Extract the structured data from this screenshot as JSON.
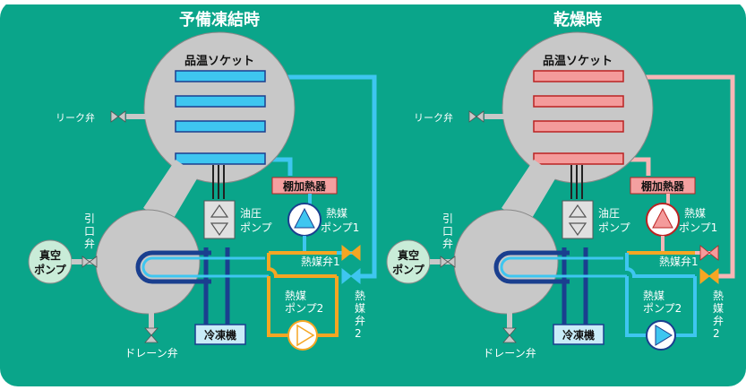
{
  "panels": [
    {
      "title": "予備凍結時",
      "chamber_label": "品温ソケット",
      "leak_valve": "リーク弁",
      "heater_label": "棚加熱器",
      "oil_pump": [
        "油圧",
        "ポンプ"
      ],
      "heat_pump1": [
        "熱媒",
        "ポンプ1"
      ],
      "valve1": "熱媒弁1",
      "heat_pump2": [
        "熱媒",
        "ポンプ2"
      ],
      "valve2": [
        "熱",
        "媒",
        "弁",
        "2"
      ],
      "vacuum_pump": [
        "真空",
        "ポンプ"
      ],
      "draw_valve": [
        "引",
        "口",
        "弁"
      ],
      "refrigerator": "冷凍機",
      "drain_valve": "ドレーン弁"
    },
    {
      "title": "乾燥時",
      "chamber_label": "品温ソケット",
      "leak_valve": "リーク弁",
      "heater_label": "棚加熱器",
      "oil_pump": [
        "油圧",
        "ポンプ"
      ],
      "heat_pump1": [
        "熱媒",
        "ポンプ1"
      ],
      "valve1": "熱媒弁1",
      "heat_pump2": [
        "熱媒",
        "ポンプ2"
      ],
      "valve2": [
        "熱",
        "媒",
        "弁",
        "2"
      ],
      "vacuum_pump": [
        "真空",
        "ポンプ"
      ],
      "draw_valve": [
        "引",
        "口",
        "弁"
      ],
      "refrigerator": "冷凍機",
      "drain_valve": "ドレーン弁"
    }
  ],
  "colors": {
    "background": "#0aa58a",
    "chamber": "#c8c8c8",
    "cold_line": "#3ec6f0",
    "hot_line": "#f7b6b6",
    "hot_fill": "#f49b9b",
    "cold_fill": "#3ec6f0",
    "orange_line": "#f5a623",
    "dark_blue": "#1a3f8f",
    "heater_box": "#f4a0a0"
  }
}
